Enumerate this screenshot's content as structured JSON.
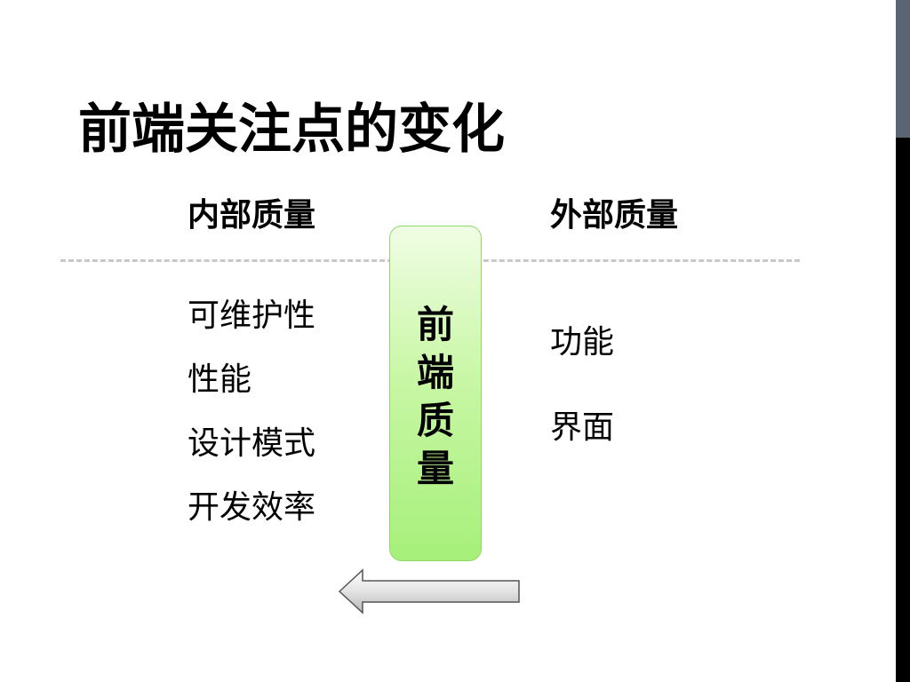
{
  "slide": {
    "title": "前端关注点的变化",
    "left_column": {
      "heading": "内部质量",
      "items": [
        "可维护性",
        "性能",
        "设计模式",
        "开发效率"
      ]
    },
    "right_column": {
      "heading": "外部质量",
      "items": [
        "功能",
        "界面"
      ]
    },
    "center_label": "前端质量",
    "arrow_direction": "left",
    "colors": {
      "side_bar": "#000000",
      "side_bar_accent": "#5b6472",
      "center_box_fill": "#a6f07a",
      "center_box_border": "#8fd96a",
      "divider": "#c8c8c8",
      "arrow_fill": "#cfcfcf"
    }
  }
}
